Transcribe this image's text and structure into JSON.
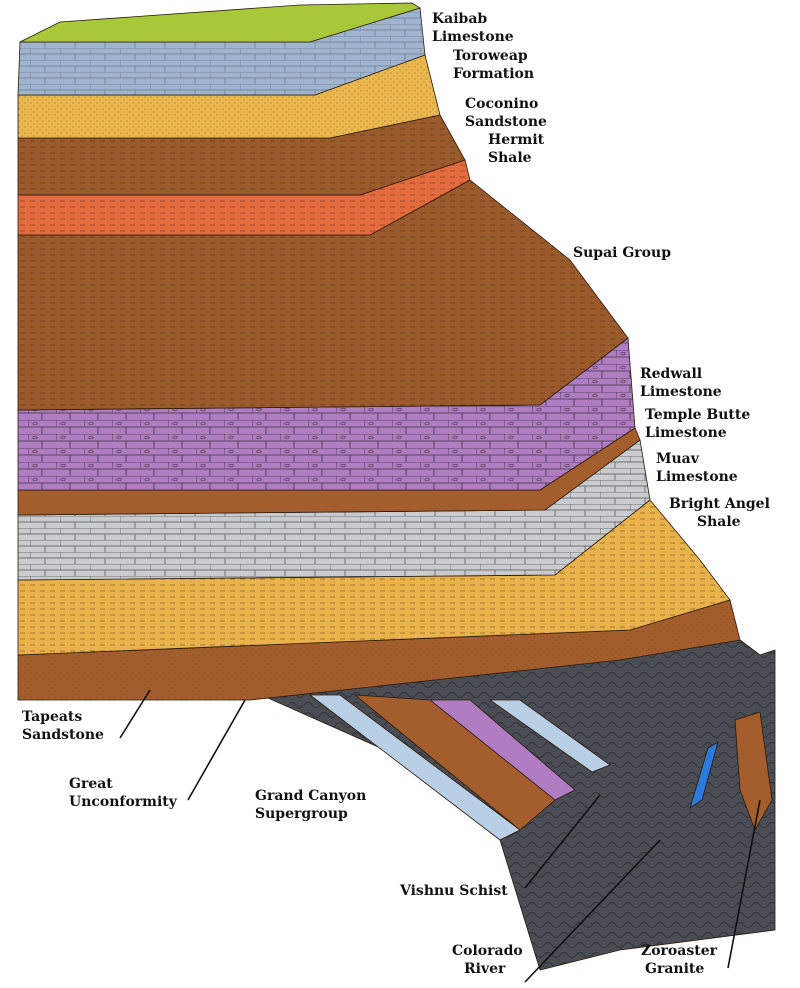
{
  "labels": {
    "kaibab": [
      "Kaibab",
      "Limestone"
    ],
    "toroweap": [
      "Toroweap",
      "Formation"
    ],
    "coconino": [
      "Coconino",
      "Sandstone"
    ],
    "hermit": [
      "Hermit",
      "Shale"
    ],
    "supai": [
      "Supai Group"
    ],
    "redwall": [
      "Redwall",
      "Limestone"
    ],
    "temple_butte": [
      "Temple Butte",
      "Limestone"
    ],
    "muav": [
      "Muav",
      "Limestone"
    ],
    "bright_angel": [
      "Bright Angel",
      "Shale"
    ],
    "tapeats": [
      "Tapeats",
      "Sandstone"
    ],
    "great_unconformity": [
      "Great",
      "Unconformity"
    ],
    "grand_canyon_supergroup": [
      "Grand Canyon",
      "Supergroup"
    ],
    "vishnu": [
      "Vishnu Schist"
    ],
    "colorado": [
      "Colorado",
      "River"
    ],
    "zoroaster": [
      "Zoroaster",
      "Granite"
    ]
  },
  "colors": {
    "surface": "#a8c83a",
    "kaibab": "#9fb4cf",
    "toroweap_coconino": "#eab84e",
    "hermit_supai": "#9a5a2c",
    "supai_red": "#e46b3e",
    "redwall": "#b07cc2",
    "muav": "#c9cbcf",
    "tapeats": "#e9b24a",
    "base_brown": "#a45e2e",
    "vishnu": "#4b4d55",
    "river": "#2a7ae0",
    "supergroup_blue": "#b9cfe6"
  }
}
